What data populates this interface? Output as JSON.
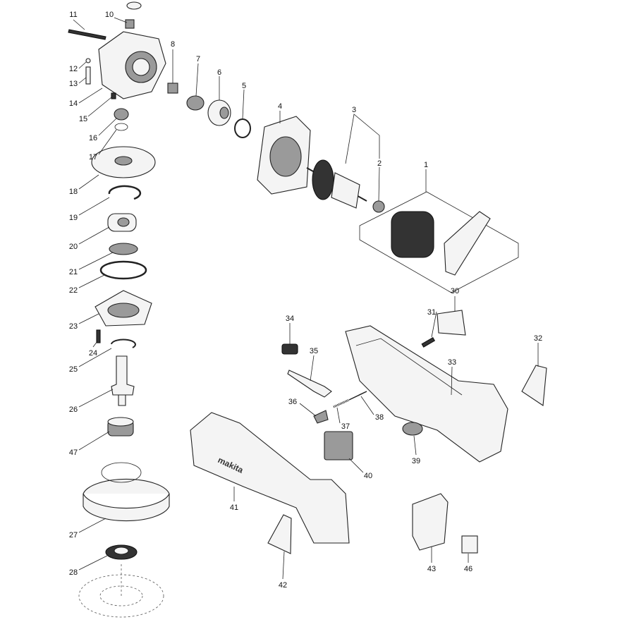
{
  "diagram": {
    "type": "exploded-parts-diagram",
    "brand_marking": "makita",
    "labels": {
      "n1": "1",
      "n2": "2",
      "n3": "3",
      "n4": "4",
      "n5": "5",
      "n6": "6",
      "n7": "7",
      "n8": "8",
      "n10": "10",
      "n11": "11",
      "n12": "12",
      "n13": "13",
      "n14": "14",
      "n15": "15",
      "n16": "16",
      "n17": "17",
      "n18": "18",
      "n19": "19",
      "n20": "20",
      "n21": "21",
      "n22": "22",
      "n23": "23",
      "n24": "24",
      "n25": "25",
      "n26": "26",
      "n27": "27",
      "n28": "28",
      "n30": "30",
      "n31": "31",
      "n32": "32",
      "n33": "33",
      "n34": "34",
      "n35": "35",
      "n36": "36",
      "n37": "37",
      "n38": "38",
      "n39": "39",
      "n40": "40",
      "n41": "41",
      "n42": "42",
      "n43": "43",
      "n46": "46",
      "n47": "47"
    }
  }
}
